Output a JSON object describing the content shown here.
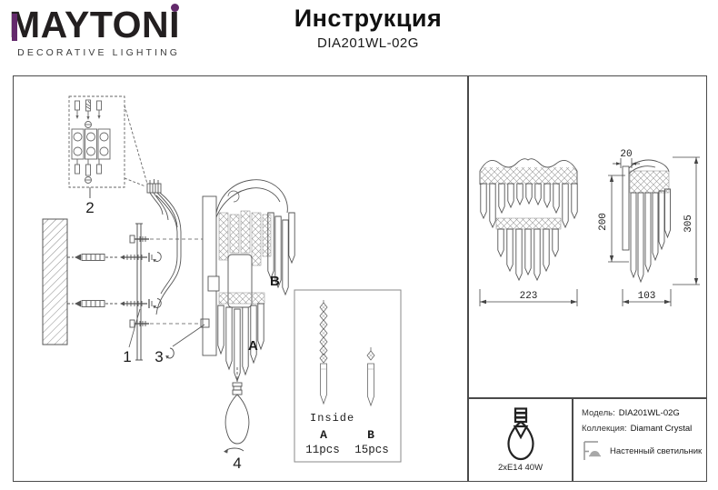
{
  "header": {
    "logo_text": "MAYTONI",
    "logo_subtitle": "DECORATIVE LIGHTING",
    "title": "Инструкция",
    "model": "DIA201WL-02G"
  },
  "colors": {
    "accent_purple": "#63296b",
    "ink": "#231f20",
    "drawing_line": "#555555"
  },
  "assembly": {
    "labels": {
      "part1": "1",
      "part2": "2",
      "part3": "3",
      "part4": "4",
      "crystal_a": "A",
      "crystal_b": "B"
    }
  },
  "inside_box": {
    "title": "Inside",
    "items": [
      {
        "label": "A",
        "qty": "11pcs"
      },
      {
        "label": "B",
        "qty": "15pcs"
      }
    ]
  },
  "dimensions": {
    "front_width": "223",
    "side_width": "103",
    "total_height": "305",
    "crystal_height": "200",
    "top_depth": "20"
  },
  "spec": {
    "bulb": "2xE14 40W",
    "model_label": "Модель:",
    "model_value": "DIA201WL-02G",
    "collection_label": "Коллекция:",
    "collection_value": "Diamant Crystal",
    "fixture_type": "Настенный светильник"
  }
}
